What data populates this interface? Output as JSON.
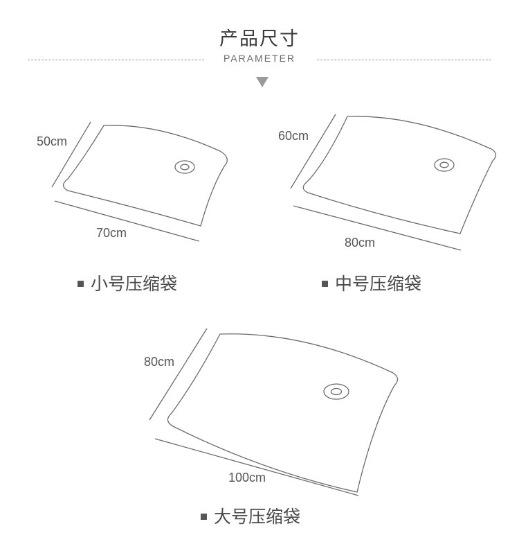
{
  "header": {
    "title": "产品尺寸",
    "subtitle": "PARAMETER"
  },
  "products": [
    {
      "name": "小号压缩袋",
      "width": "70cm",
      "height": "50cm"
    },
    {
      "name": "中号压缩袋",
      "width": "80cm",
      "height": "60cm"
    },
    {
      "name": "大号压缩袋",
      "width": "100cm",
      "height": "80cm"
    }
  ]
}
